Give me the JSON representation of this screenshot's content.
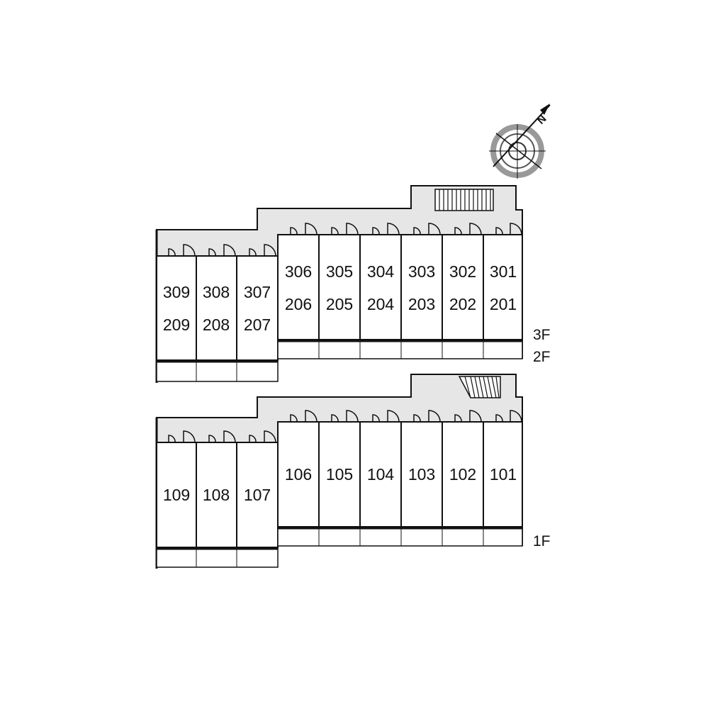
{
  "compass": {
    "label": "N",
    "icon": "north-arrow-compass-icon"
  },
  "upper_block": {
    "floor_labels": [
      "3F",
      "2F"
    ],
    "wing_rooms": [
      {
        "top": "309",
        "bottom": "209"
      },
      {
        "top": "308",
        "bottom": "208"
      },
      {
        "top": "307",
        "bottom": "207"
      }
    ],
    "main_rooms": [
      {
        "top": "306",
        "bottom": "206"
      },
      {
        "top": "305",
        "bottom": "205"
      },
      {
        "top": "304",
        "bottom": "204"
      },
      {
        "top": "303",
        "bottom": "203"
      },
      {
        "top": "302",
        "bottom": "202"
      },
      {
        "top": "301",
        "bottom": "201"
      }
    ]
  },
  "lower_block": {
    "floor_labels": [
      "1F"
    ],
    "wing_rooms": [
      {
        "top": "109"
      },
      {
        "top": "108"
      },
      {
        "top": "107"
      }
    ],
    "main_rooms": [
      {
        "top": "106"
      },
      {
        "top": "105"
      },
      {
        "top": "104"
      },
      {
        "top": "103"
      },
      {
        "top": "102"
      },
      {
        "top": "101"
      }
    ]
  },
  "colors": {
    "corridor": "#e6e6e6",
    "wall": "#111111",
    "background": "#ffffff"
  }
}
